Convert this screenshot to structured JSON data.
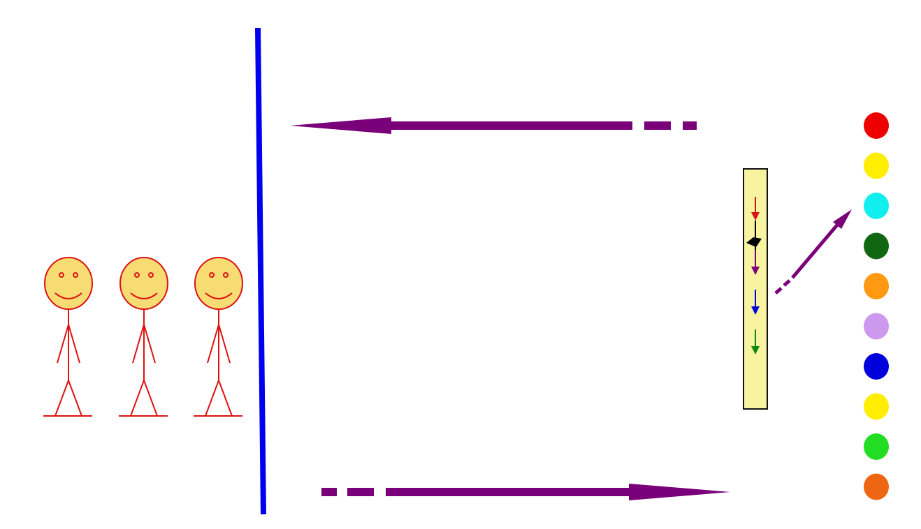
{
  "colors": {
    "background": "#ffffff",
    "barrier": "#0000ee",
    "arrow": "#7a007a",
    "person_stroke": "#dd1111",
    "person_face_fill": "#f7dc74",
    "person_eyes": "#dd1111",
    "box_fill": "#f7f3a0",
    "box_stroke": "#111111",
    "box_arrows": [
      "#dd1111",
      "#7a007a",
      "#0000dd",
      "#118811"
    ],
    "box_marker": "#000000"
  },
  "people": [
    {
      "icon": "stick-figure-smiley"
    },
    {
      "icon": "stick-figure-smiley"
    },
    {
      "icon": "stick-figure-smiley"
    }
  ],
  "barrier": {
    "icon": "vertical-line"
  },
  "arrows": [
    {
      "icon": "arrow-left-dashed-tail"
    },
    {
      "icon": "arrow-right-dashed-tail"
    },
    {
      "icon": "arrow-up-right-dashed-tail"
    }
  ],
  "sequence_box": {
    "icon": "sequence-box",
    "inner_arrows": [
      "down-arrow-red",
      "down-arrow-purple",
      "down-arrow-blue",
      "down-arrow-green"
    ],
    "marker": "diamond-marker"
  },
  "color_dots": [
    "#ee0000",
    "#ffee00",
    "#11eeee",
    "#116611",
    "#ff9911",
    "#cc99ee",
    "#0000dd",
    "#ffee00",
    "#22dd22",
    "#ee6611"
  ]
}
